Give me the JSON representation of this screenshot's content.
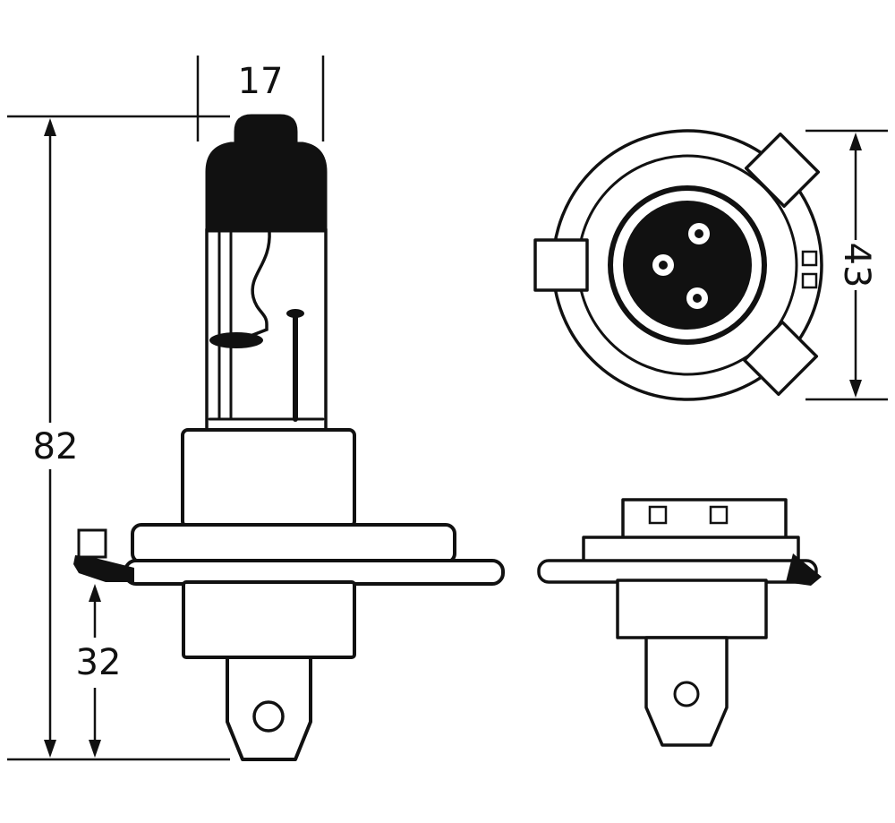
{
  "diagram": {
    "dimensions": {
      "width_17": "17",
      "height_82": "82",
      "height_32": "32",
      "diameter_43": "43"
    }
  }
}
